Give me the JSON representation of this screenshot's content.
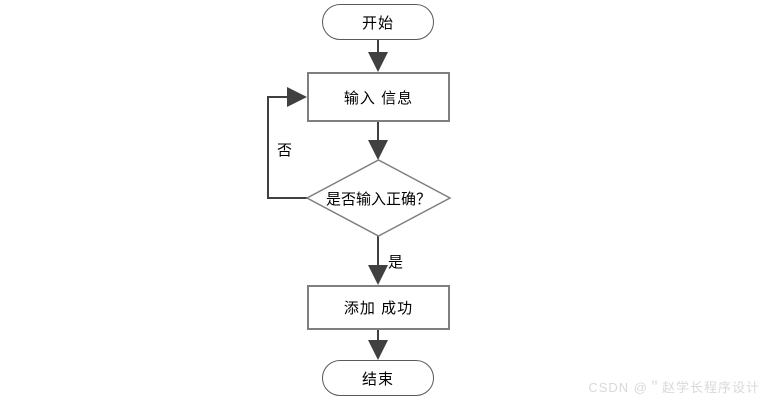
{
  "flowchart": {
    "nodes": {
      "start": "开始",
      "input": "输入 信息",
      "decision": "是否输入正确？",
      "success": "添加 成功",
      "end": "结束"
    },
    "edge_labels": {
      "no": "否",
      "yes": "是"
    },
    "colors": {
      "shape_border": "#7f7f7f",
      "stadium_border": "#595959",
      "arrow": "#404040",
      "text": "#000000",
      "watermark": "#d9d9d9"
    }
  },
  "watermark": {
    "text": "CSDN @＂赵学长程序设计"
  }
}
